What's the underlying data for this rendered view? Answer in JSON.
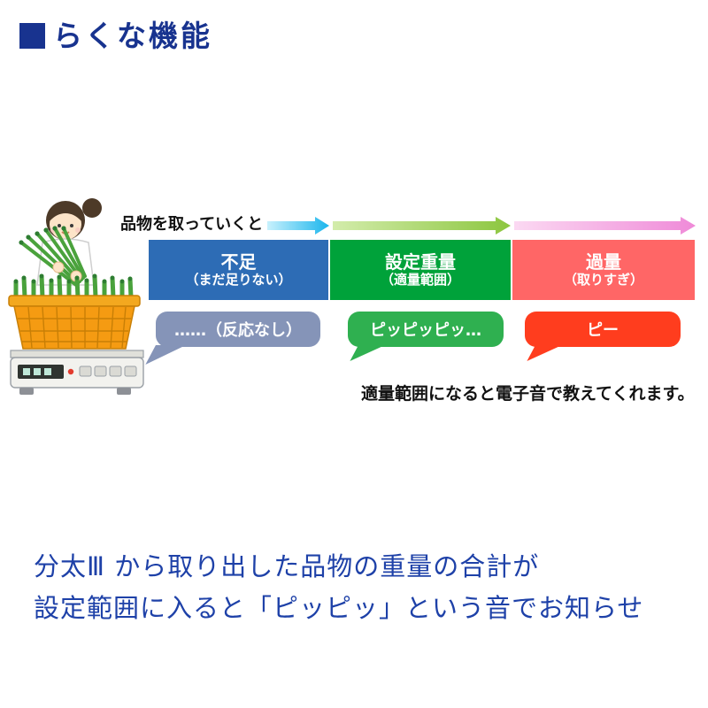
{
  "header": {
    "title": "らくな機能"
  },
  "diagram": {
    "lead_text": "品物を取っていくと",
    "stages": [
      {
        "title": "不足",
        "subtitle": "（まだ足りない）",
        "bubble": "……（反応なし）"
      },
      {
        "title": "設定重量",
        "subtitle": "（適量範囲）",
        "bubble": "ピッピッピッ…"
      },
      {
        "title": "過量",
        "subtitle": "（取りすぎ）",
        "bubble": "ピー"
      }
    ],
    "note": "適量範囲になると電子音で教えてくれます。"
  },
  "footer": {
    "line1": "分太Ⅲ から取り出した品物の重量の合計が",
    "line2": "設定範囲に入ると「ピッピッ」という音でお知らせ"
  },
  "colors": {
    "header_blue": "#18338f",
    "footer_blue": "#1e41a8",
    "insufficient_box": "#2d6cb5",
    "set_weight_box": "#00a23a",
    "over_box": "#ff6666",
    "no_response_bubble": "#8594b8",
    "beep_bubble": "#2fb050",
    "pee_bubble": "#ff3d1e",
    "arrow_cyan": "#1ab5ec",
    "arrow_green": "#8cc63f",
    "arrow_pink": "#ef8ad8"
  }
}
